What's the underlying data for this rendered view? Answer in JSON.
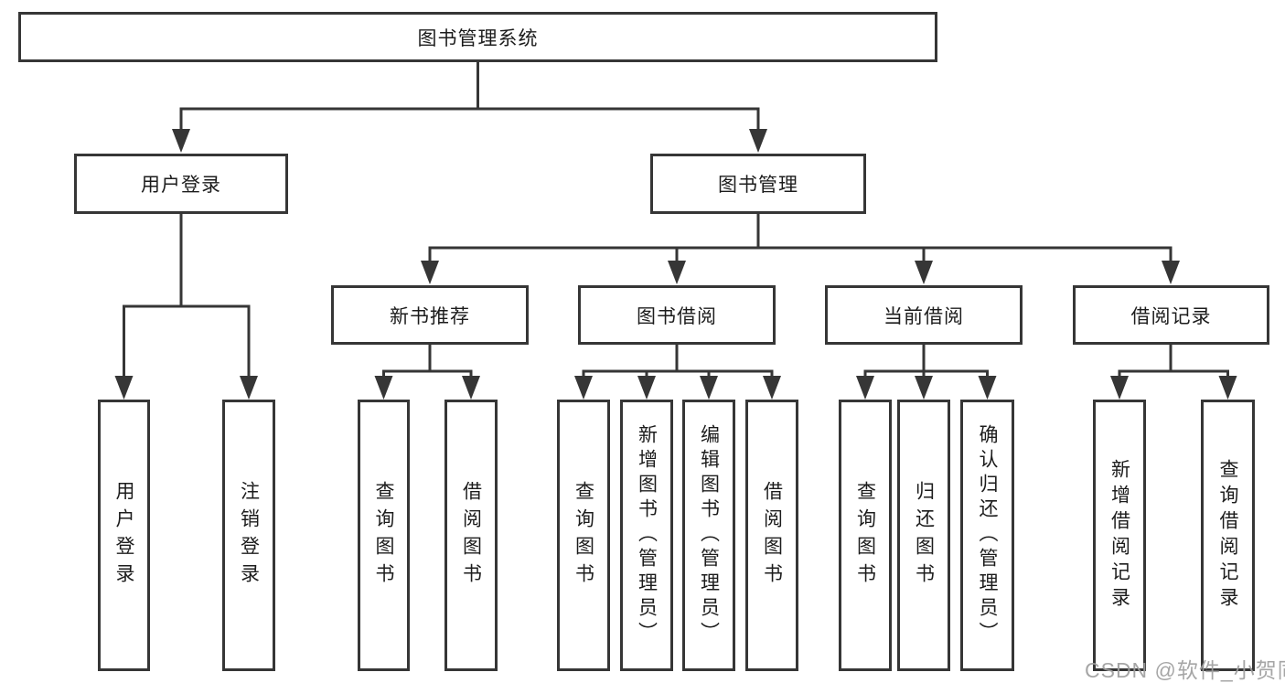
{
  "tree": {
    "root": {
      "label": "图书管理系统"
    },
    "branches": [
      {
        "label": "用户登录",
        "children": [
          {
            "label": "用户登录"
          },
          {
            "label": "注销登录"
          }
        ]
      },
      {
        "label": "图书管理",
        "children": [
          {
            "label": "新书推荐",
            "children": [
              {
                "label": "查询图书"
              },
              {
                "label": "借阅图书"
              }
            ]
          },
          {
            "label": "图书借阅",
            "children": [
              {
                "label": "查询图书"
              },
              {
                "label": "新增图书（管理员）"
              },
              {
                "label": "编辑图书（管理员）"
              },
              {
                "label": "借阅图书"
              }
            ]
          },
          {
            "label": "当前借阅",
            "children": [
              {
                "label": "查询图书"
              },
              {
                "label": "归还图书"
              },
              {
                "label": "确认归还（管理员）"
              }
            ]
          },
          {
            "label": "借阅记录",
            "children": [
              {
                "label": "新增借阅记录"
              },
              {
                "label": "查询借阅记录"
              }
            ]
          }
        ]
      }
    ]
  },
  "colors": {
    "line": "#363636",
    "text": "#1c1c1c",
    "watermark": "#9e9e9e",
    "background": "#ffffff"
  },
  "watermark": "CSDN @软件_小贺同学"
}
